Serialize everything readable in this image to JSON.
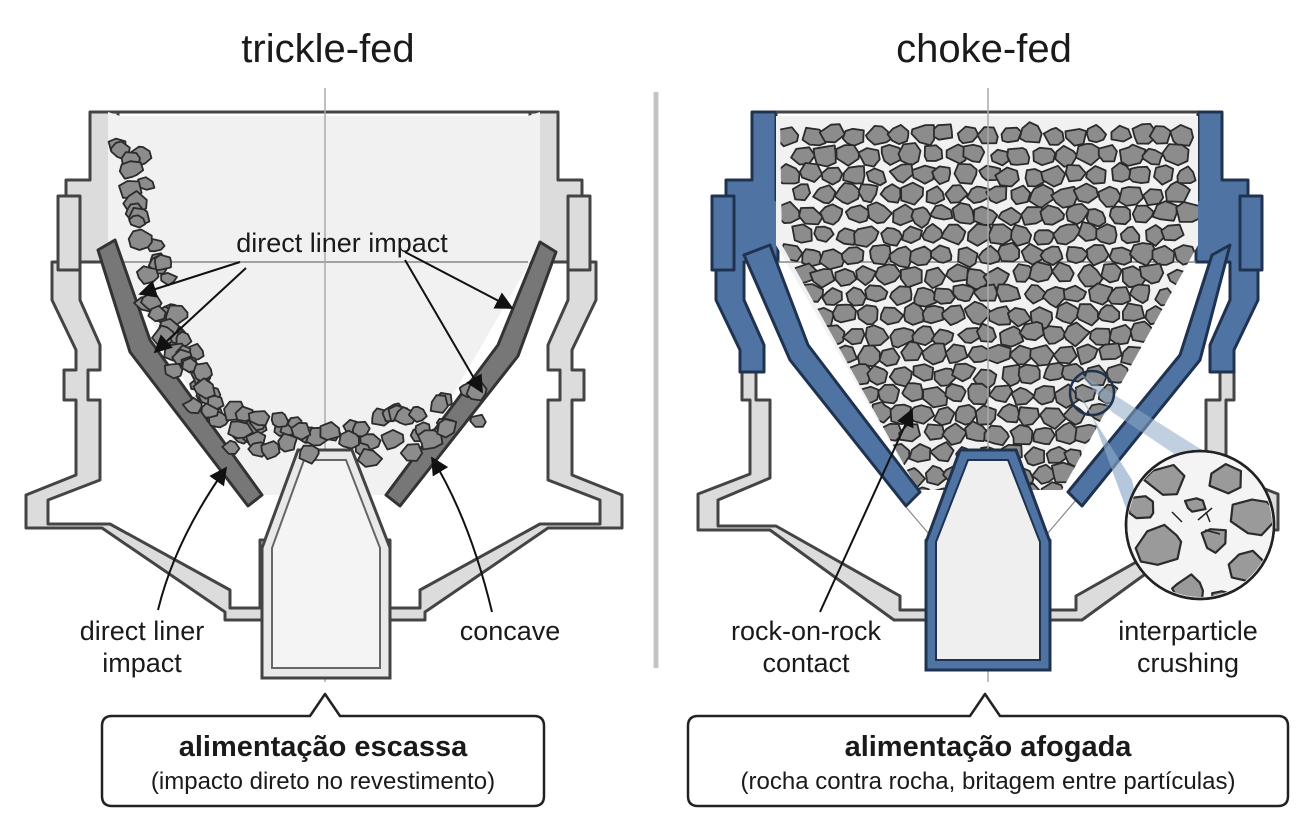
{
  "panels": [
    {
      "title": "trickle-fed",
      "labels": {
        "top": "direct liner impact",
        "bottom_left_line1": "direct liner",
        "bottom_left_line2": "impact",
        "bottom_right": "concave"
      },
      "caption": {
        "main": "alimentação escassa",
        "sub": "(impacto direto no revestimento)"
      }
    },
    {
      "title": "choke-fed",
      "labels": {
        "bottom_left_line1": "rock-on-rock",
        "bottom_left_line2": "contact",
        "bottom_right_line1": "interparticle",
        "bottom_right_line2": "crushing"
      },
      "caption": {
        "main": "alimentação afogada",
        "sub": "(rocha contra rocha, britagem entre partículas)"
      }
    }
  ],
  "colors": {
    "steel_gray": "#dcdcdc",
    "liner_gray": "#777777",
    "steel_blue": "#4f74a3",
    "rock": "#8c8c8c"
  }
}
